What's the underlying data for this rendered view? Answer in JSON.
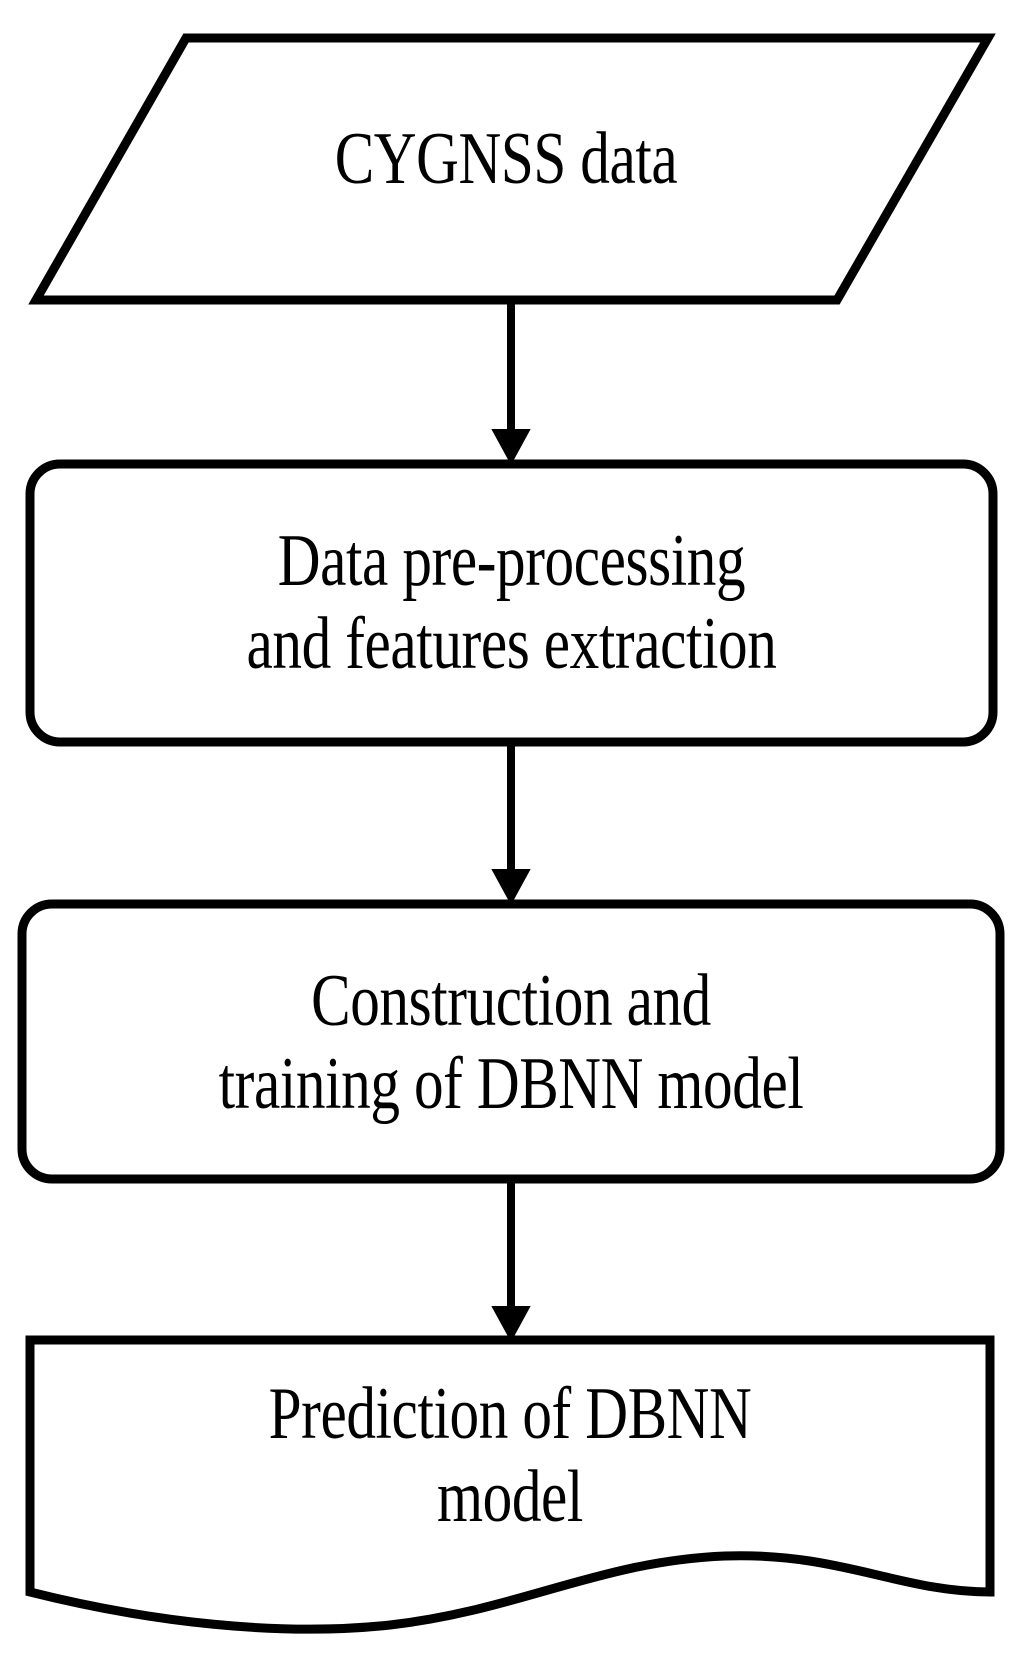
{
  "diagram": {
    "title": "DBNN model workflow flowchart",
    "type": "flowchart",
    "orientation": "top-to-bottom",
    "background_color": "#ffffff",
    "stroke_color": "#000000",
    "text_color": "#000000",
    "nodes": [
      {
        "id": "source",
        "shape": "parallelogram",
        "role": "data-input",
        "label": "CYGNSS data"
      },
      {
        "id": "preprocess",
        "shape": "rounded-rectangle",
        "role": "process",
        "label": "Data pre-processing\nand features extraction"
      },
      {
        "id": "construct",
        "shape": "rounded-rectangle",
        "role": "process",
        "label": "Construction and\ntraining of DBNN model"
      },
      {
        "id": "predict",
        "shape": "document",
        "role": "output",
        "label": "Prediction of DBNN\nmodel"
      }
    ],
    "edges": [
      {
        "id": "edge-source-preprocess",
        "from": "source",
        "to": "preprocess",
        "style": "solid-arrow"
      },
      {
        "id": "edge-preprocess-construct",
        "from": "preprocess",
        "to": "construct",
        "style": "solid-arrow"
      },
      {
        "id": "edge-construct-predict",
        "from": "construct",
        "to": "predict",
        "style": "solid-arrow"
      }
    ]
  }
}
